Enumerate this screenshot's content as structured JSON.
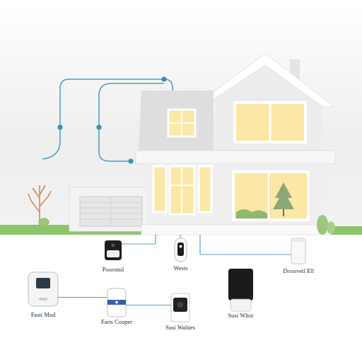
{
  "diagram": {
    "nodes": [
      {
        "text": [
          "Poorsmil"
        ]
      },
      {
        "text": [
          "Wests"
        ]
      },
      {
        "text": [
          "Drrorvetl Ell"
        ]
      },
      {
        "text": [
          "Fasti Mod"
        ]
      },
      {
        "text": [
          "Farts Cooper"
        ]
      },
      {
        "text": [
          "Susi Walttes"
        ]
      },
      {
        "text": [
          "Susi Wltot"
        ]
      }
    ],
    "edges": [
      {
        "from": 3,
        "to": 4,
        "arrow": "none"
      },
      {
        "from": 4,
        "to": 5,
        "arrow": "none"
      }
    ]
  }
}
